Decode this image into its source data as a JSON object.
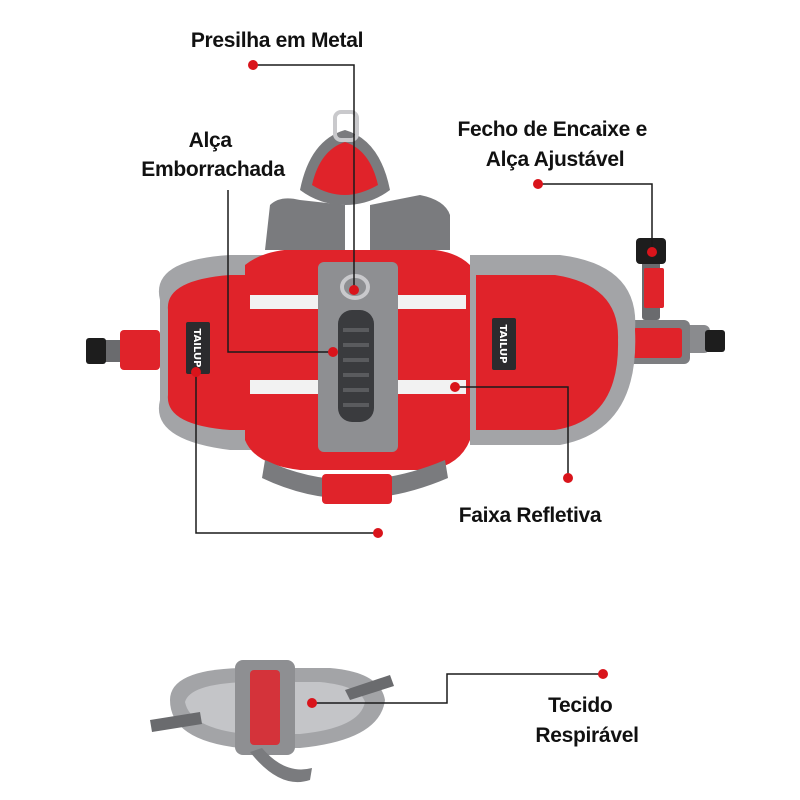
{
  "colors": {
    "accent_dot": "#d9141b",
    "harness_red": "#e0232a",
    "harness_red_dark": "#b3161c",
    "gray": "#9a9a9c",
    "gray_dark": "#5f6063",
    "reflective": "#f2f2f2"
  },
  "brand": {
    "text": "TAILUP"
  },
  "callouts": {
    "metal_clip": {
      "lines": [
        "Presilha em Metal"
      ]
    },
    "rubber_handle": {
      "lines": [
        "Alça",
        "Emborrachada"
      ]
    },
    "buckle": {
      "lines": [
        "Fecho de Encaixe e",
        "Alça Ajustável"
      ]
    },
    "reflective_strip": {
      "lines": [
        "Faixa Refletiva"
      ]
    },
    "breathable_fabric": {
      "lines": [
        "Tecido",
        "Respirável"
      ]
    }
  }
}
